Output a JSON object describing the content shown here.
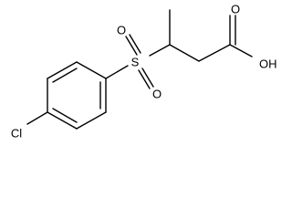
{
  "molecule": {
    "atoms": {
      "sulfur": "S",
      "sulfonyl_oxygen_top": "O",
      "sulfonyl_oxygen_bottom": "O",
      "carbonyl_oxygen": "O",
      "hydroxyl": "OH",
      "chlorine": "Cl"
    }
  }
}
